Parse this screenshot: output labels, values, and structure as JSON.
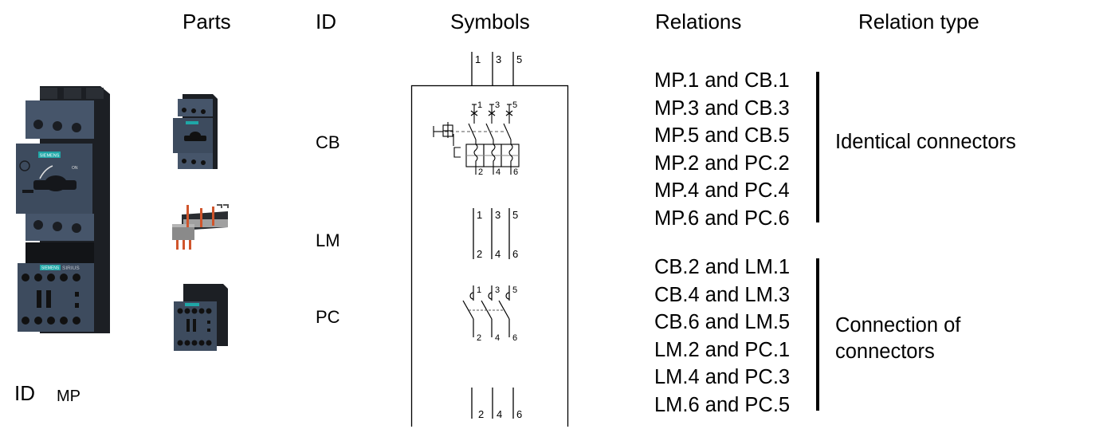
{
  "headers": {
    "parts": "Parts",
    "id": "ID",
    "symbols": "Symbols",
    "relations": "Relations",
    "relation_type": "Relation type"
  },
  "assembly": {
    "id_label": "ID",
    "id_value": "MP",
    "brand_label": "SIEMENS",
    "series_label": "SIRIUS",
    "switch_label": "ON"
  },
  "parts": [
    {
      "id": "CB",
      "name": "circuit-breaker"
    },
    {
      "id": "LM",
      "name": "link-module"
    },
    {
      "id": "PC",
      "name": "power-contactor"
    }
  ],
  "symbols": {
    "outer_top_terminals": [
      "1",
      "3",
      "5"
    ],
    "outer_bottom_terminals": [
      "2",
      "4",
      "6"
    ],
    "cb": {
      "top": [
        "1",
        "3",
        "5"
      ],
      "bottom": [
        "2",
        "4",
        "6"
      ]
    },
    "lm": {
      "top": [
        "1",
        "3",
        "5"
      ],
      "bottom": [
        "2",
        "4",
        "6"
      ]
    },
    "pc": {
      "top": [
        "1",
        "3",
        "5"
      ],
      "bottom": [
        "2",
        "4",
        "6"
      ]
    }
  },
  "relation_groups": [
    {
      "type": "Identical connectors",
      "relations": [
        "MP.1 and CB.1",
        "MP.3 and CB.3",
        "MP.5 and CB.5",
        "MP.2 and PC.2",
        "MP.4 and PC.4",
        "MP.6 and PC.6"
      ]
    },
    {
      "type_line1": "Connection of",
      "type_line2": "connectors",
      "relations": [
        "CB.2 and LM.1",
        "CB.4 and LM.3",
        "CB.6 and LM.5",
        "LM.2 and PC.1",
        "LM.4 and PC.3",
        "LM.6 and PC.5"
      ]
    }
  ],
  "colors": {
    "device_body": "#3d4b5e",
    "device_dark": "#1c1f24",
    "siemens_teal": "#1fa7a7",
    "link_copper": "#d0552c",
    "link_grey": "#8a8a8a"
  }
}
